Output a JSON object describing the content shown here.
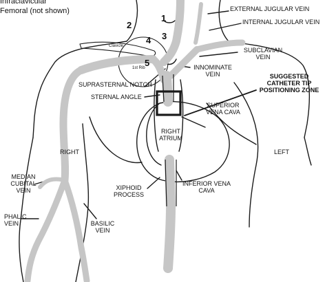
{
  "legend": {
    "line1": "Infraclavicular",
    "line2": "Femoral (not shown)"
  },
  "sites": [
    "1",
    "2",
    "3",
    "4",
    "5"
  ],
  "bones": {
    "clavicle": "Clavicle",
    "first_rib": "1st Rib"
  },
  "labels": {
    "external_jugular": "EXTERNAL JUGULAR VEIN",
    "internal_jugular": "INTERNAL JUGULAR VEIN",
    "subclavian_1": "SUBCLAVIAN",
    "subclavian_2": "VEIN",
    "innominate_1": "INNOMINATE",
    "innominate_2": "VEIN",
    "zone_1": "SUGGESTED",
    "zone_2": "CATHETER TIP",
    "zone_3": "POSITIONING ZONE",
    "suprasternal": "SUPRASTERNAL NOTCH",
    "sternal_angle": "STERNAL ANGLE",
    "svc_1": "SUPERIOR",
    "svc_2": "VENA CAVA",
    "right_atrium_1": "RIGHT",
    "right_atrium_2": "ATRIUM",
    "right": "RIGHT",
    "left": "LEFT",
    "median_cubital_1": "MEDIAN",
    "median_cubital_2": "CUBITAL",
    "median_cubital_3": "VEIN",
    "xiphoid_1": "XIPHOID",
    "xiphoid_2": "PROCESS",
    "ivc_1": "INFERIOR VENA",
    "ivc_2": "CAVA",
    "cephalic_1": "PHALIC",
    "cephalic_2": "VEIN",
    "basilic_1": "BASILIC",
    "basilic_2": "VEIN"
  },
  "colors": {
    "vein": "#c6c6c6",
    "outline": "#1a1a1a"
  }
}
